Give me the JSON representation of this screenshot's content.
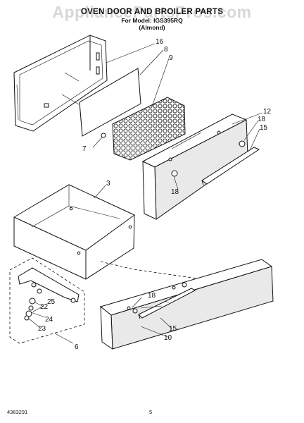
{
  "header": {
    "title": "OVEN DOOR AND BROILER PARTS",
    "model": "For Model: IGS395RQ",
    "color": "(Almond)"
  },
  "watermark": "AppliancePartsPros.com",
  "callouts": {
    "c16": "16",
    "c8": "8",
    "c9": "9",
    "c7": "7",
    "c12": "12",
    "c18a": "18",
    "c15a": "15",
    "c18b": "18",
    "c3": "3",
    "c22": "22",
    "c25": "25",
    "c24": "24",
    "c23": "23",
    "c6": "6",
    "c18c": "18",
    "c15b": "15",
    "c10": "10"
  },
  "footer": {
    "doc_number": "4363291",
    "page_number": "5"
  }
}
